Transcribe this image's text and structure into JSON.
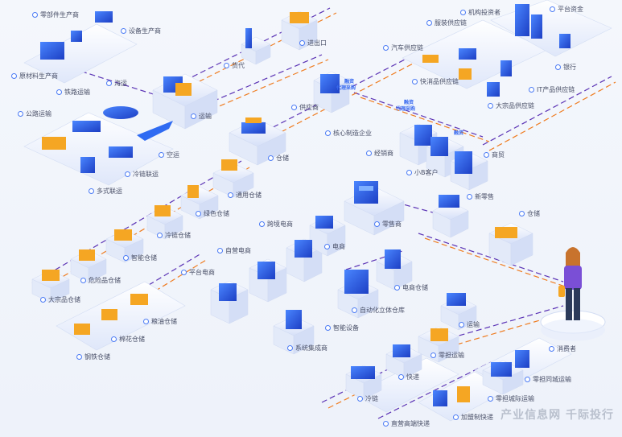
{
  "colors": {
    "blue": "#2f6bf2",
    "dark_blue": "#1f3fb0",
    "orange": "#f5a623",
    "purple_line": "#5b33b5",
    "orange_line": "#ef7d22",
    "platform": "#e6ecfb"
  },
  "nodes": {
    "parts_producer": "零部件生产商",
    "equipment_producer": "设备生产商",
    "raw_material_producer": "原材料生产商",
    "rail_transport": "铁路运输",
    "sea_transport": "海运",
    "road_transport": "公路运输",
    "air_transport": "空运",
    "cold_chain_transport": "冷链联运",
    "multimodal_transport": "多式联运",
    "transport_hub": "运输",
    "freight_forwarder": "货代",
    "import_export": "进出口",
    "supplier": "供应商",
    "core_manufacturer": "核心制造企业",
    "distributor": "经销商",
    "commerce": "商贸",
    "small_b_customer": "小B客户",
    "new_retail": "新零售",
    "warehouse_main": "仓储",
    "general_warehouse": "通用仓储",
    "green_warehouse": "绿色仓储",
    "cold_chain_warehouse": "冷链仓储",
    "smart_warehouse": "智能仓储",
    "hazardous_warehouse": "危险品仓储",
    "bulk_goods_warehouse": "大宗品仓储",
    "grain_warehouse": "粮油仓储",
    "cotton_warehouse": "棉花仓储",
    "steel_warehouse": "钢铁仓储",
    "cross_border_ecommerce": "跨境电商",
    "self_operated_ecommerce": "自营电商",
    "platform_ecommerce": "平台电商",
    "ecommerce": "电商",
    "retailer": "零售商",
    "ecommerce_warehouse": "电商仓储",
    "automated_warehouse": "自动化立体仓库",
    "smart_equipment": "智能设备",
    "system_integrator": "系统集成商",
    "warehouse_right": "仓储",
    "consumer": "消费者",
    "transport_right": "运输",
    "less_than_truckload": "零担运输",
    "express": "快递",
    "ltl_intracity": "零担同城运输",
    "ltl_intercity": "零担城际运输",
    "cold_chain": "冷链",
    "direct_express": "直营高端快递",
    "franchise_express": "加盟制快递",
    "institutional_investor": "机构投资者",
    "platform_funds": "平台资金",
    "apparel_supply_chain": "服装供应链",
    "auto_supply_chain": "汽车供应链",
    "fmcg_supply_chain": "快消品供应链",
    "bank": "银行",
    "it_supply_chain": "IT产品供应链",
    "bulk_supply_chain": "大宗品供应链"
  },
  "tags": {
    "tag1": "融资",
    "tag2": "代理采购",
    "tag3": "融资",
    "tag4": "代理采购",
    "tag5": "融资"
  },
  "watermark": "产业信息网 千际投行"
}
